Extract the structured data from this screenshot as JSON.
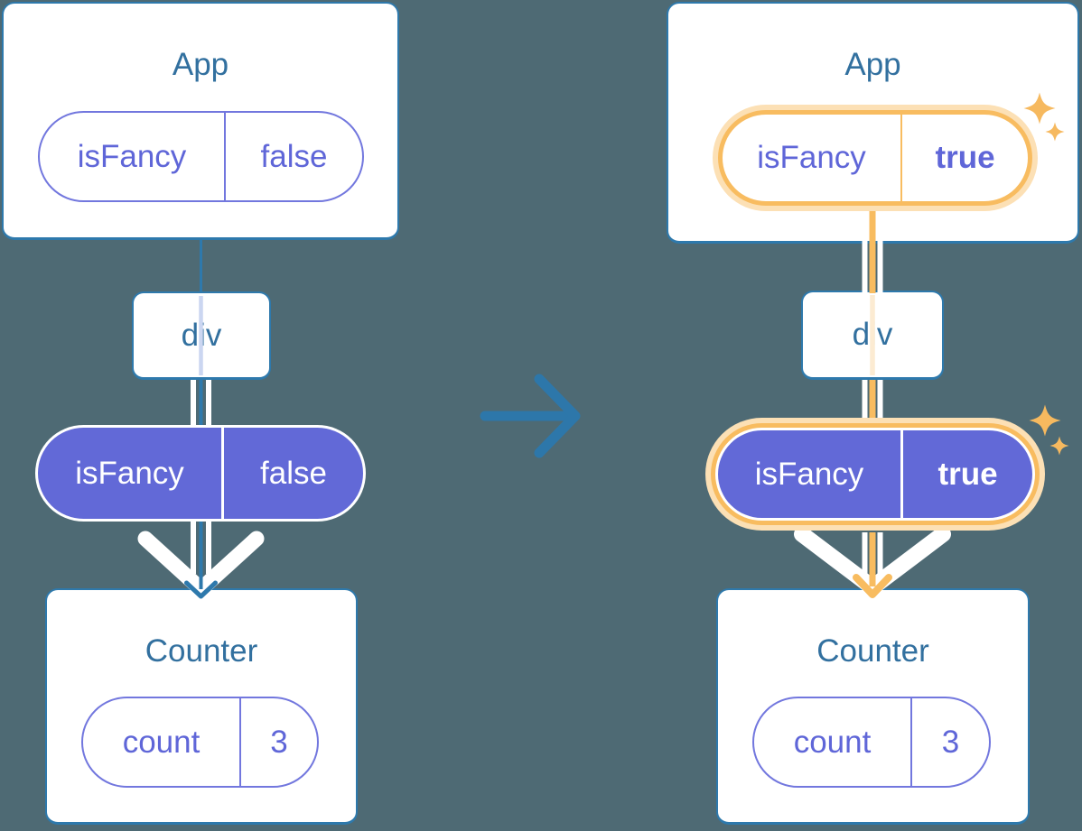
{
  "colors": {
    "background": "#4E6A74",
    "card_fill": "#FFFFFF",
    "card_border_blue": "#2E79AC",
    "component_label_blue": "#32709F",
    "state_pill_purple": "#6269D7",
    "prop_text_purple": "#5F66D8",
    "prop_pill_border_purple": "#7277DE",
    "highlight_orange": "#F8BC60",
    "highlight_orange_glow": "#FCE0B5",
    "ghost_line_lavender": "#CBD6F1",
    "ghost_line_orange": "#FCEBD2",
    "pipe_white": "#FFFFFF"
  },
  "icons": {
    "transition": "arrow-right-icon",
    "highlight": "sparkle-icon"
  },
  "trees": [
    {
      "name": "before",
      "highlighted": false,
      "root": {
        "title": "App",
        "prop_name": "isFancy",
        "prop_value": "false"
      },
      "middle": {
        "label": "div"
      },
      "passed_prop": {
        "name": "isFancy",
        "value": "false"
      },
      "child": {
        "title": "Counter",
        "state_name": "count",
        "state_value": "3"
      }
    },
    {
      "name": "after",
      "highlighted": true,
      "root": {
        "title": "App",
        "prop_name": "isFancy",
        "prop_value": "true"
      },
      "middle": {
        "label": "div"
      },
      "passed_prop": {
        "name": "isFancy",
        "value": "true"
      },
      "child": {
        "title": "Counter",
        "state_name": "count",
        "state_value": "3"
      }
    }
  ]
}
